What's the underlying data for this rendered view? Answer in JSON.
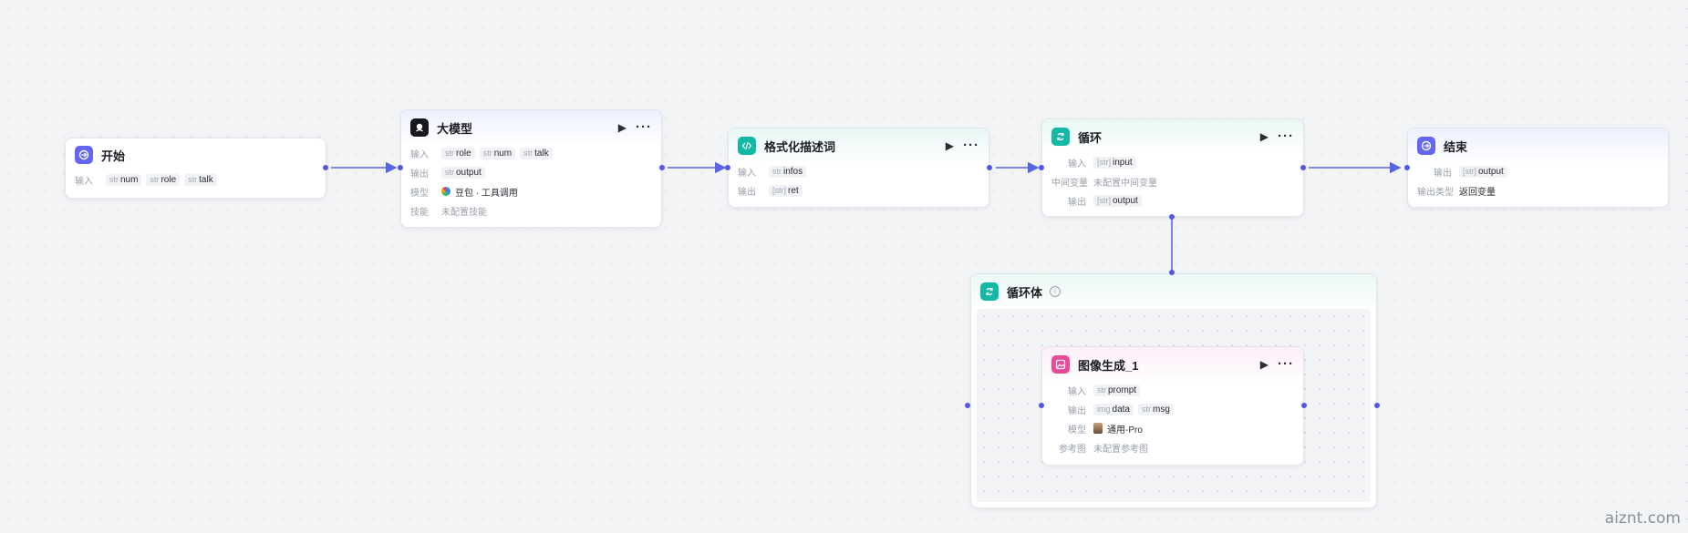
{
  "start": {
    "title": "开始",
    "input_label": "输入",
    "inputs": [
      {
        "type": "str",
        "name": "num"
      },
      {
        "type": "str",
        "name": "role"
      },
      {
        "type": "str",
        "name": "talk"
      }
    ]
  },
  "llm": {
    "title": "大模型",
    "input_label": "输入",
    "inputs": [
      {
        "type": "str",
        "name": "role"
      },
      {
        "type": "str",
        "name": "num"
      },
      {
        "type": "str",
        "name": "talk"
      }
    ],
    "output_label": "输出",
    "outputs": [
      {
        "type": "str",
        "name": "output"
      }
    ],
    "model_label": "模型",
    "model_value": "豆包 · 工具调用",
    "skill_label": "技能",
    "skill_value": "未配置技能"
  },
  "format": {
    "title": "格式化描述词",
    "input_label": "输入",
    "inputs": [
      {
        "type": "str",
        "name": "infos"
      }
    ],
    "output_label": "输出",
    "outputs": [
      {
        "type": "[str]",
        "name": "ret"
      }
    ]
  },
  "loop": {
    "title": "循环",
    "input_label": "输入",
    "inputs": [
      {
        "type": "[str]",
        "name": "input"
      }
    ],
    "midvar_label": "中间变量",
    "midvar_value": "未配置中间变量",
    "output_label": "输出",
    "outputs": [
      {
        "type": "[str]",
        "name": "output"
      }
    ]
  },
  "end": {
    "title": "结束",
    "output_label": "输出",
    "outputs": [
      {
        "type": "[str]",
        "name": "output"
      }
    ],
    "output_type_label": "输出类型",
    "output_type_value": "返回变量"
  },
  "loop_body": {
    "title": "循环体",
    "info_icon": "i"
  },
  "image_gen": {
    "title": "图像生成_1",
    "input_label": "输入",
    "inputs": [
      {
        "type": "str",
        "name": "prompt"
      }
    ],
    "output_label": "输出",
    "outputs": [
      {
        "type": "img",
        "name": "data"
      },
      {
        "type": "str",
        "name": "msg"
      }
    ],
    "model_label": "模型",
    "model_value": "通用-Pro",
    "ref_label": "参考图",
    "ref_value": "未配置参考图"
  },
  "watermark": "aiznt.com",
  "colors": {
    "wire": "#5b63e6",
    "start_icon": "#6366f1",
    "llm_icon": "#16181d",
    "code_icon": "#14b8a6",
    "image_icon": "#ec4899"
  }
}
